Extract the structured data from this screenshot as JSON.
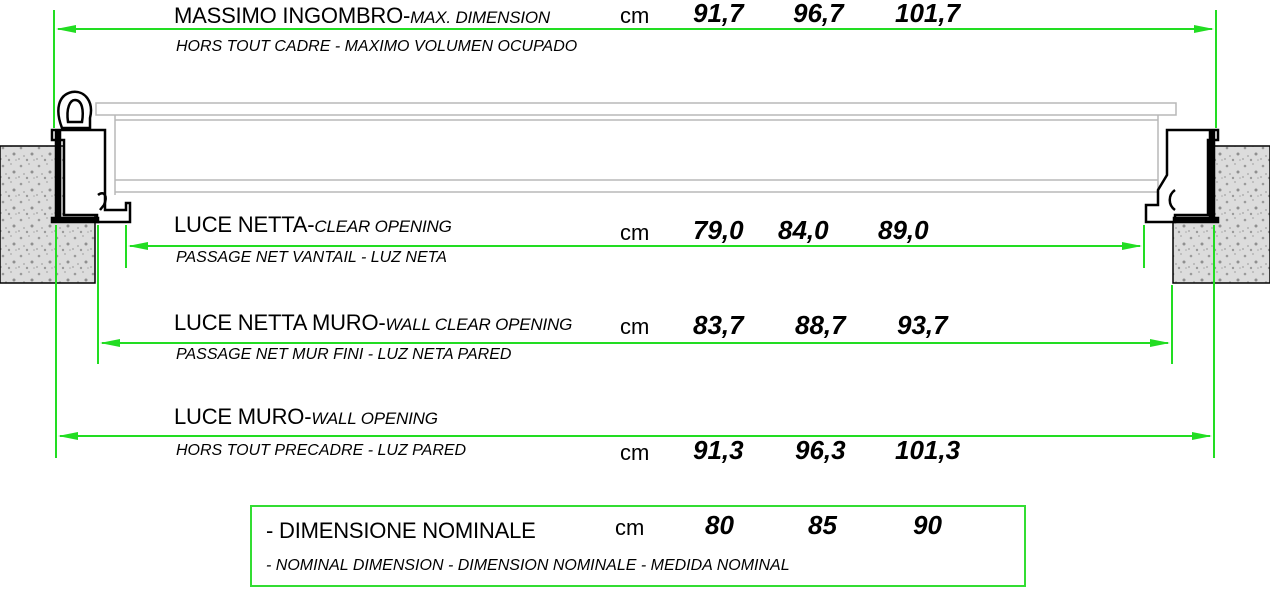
{
  "colors": {
    "dimension_line": "#22dd22",
    "masonry": "#d8d8d8",
    "profile": "#000000"
  },
  "max_dimension": {
    "title": "MASSIMO INGOMBRO-",
    "title_en": "MAX. DIMENSION",
    "subtitle": "HORS TOUT CADRE - MAXIMO VOLUMEN OCUPADO",
    "unit": "cm",
    "values": [
      "91,7",
      "96,7",
      "101,7"
    ]
  },
  "clear_opening": {
    "title": "LUCE NETTA-",
    "title_en": "CLEAR OPENING",
    "subtitle": "PASSAGE NET VANTAIL - LUZ NETA",
    "unit": "cm",
    "values": [
      "79,0",
      "84,0",
      "89,0"
    ]
  },
  "wall_clear_opening": {
    "title": "LUCE NETTA MURO-",
    "title_en": "WALL CLEAR OPENING",
    "subtitle": "PASSAGE NET MUR FINI - LUZ NETA PARED",
    "unit": "cm",
    "values": [
      "83,7",
      "88,7",
      "93,7"
    ]
  },
  "wall_opening": {
    "title": "LUCE MURO-",
    "title_en": "WALL OPENING",
    "subtitle": "HORS TOUT PRECADRE - LUZ PARED",
    "unit": "cm",
    "values": [
      "91,3",
      "96,3",
      "101,3"
    ]
  },
  "nominal": {
    "title": "- DIMENSIONE NOMINALE",
    "subtitle": "- NOMINAL DIMENSION  - DIMENSION NOMINALE - MEDIDA NOMINAL",
    "unit": "cm",
    "values": [
      "80",
      "85",
      "90"
    ]
  }
}
